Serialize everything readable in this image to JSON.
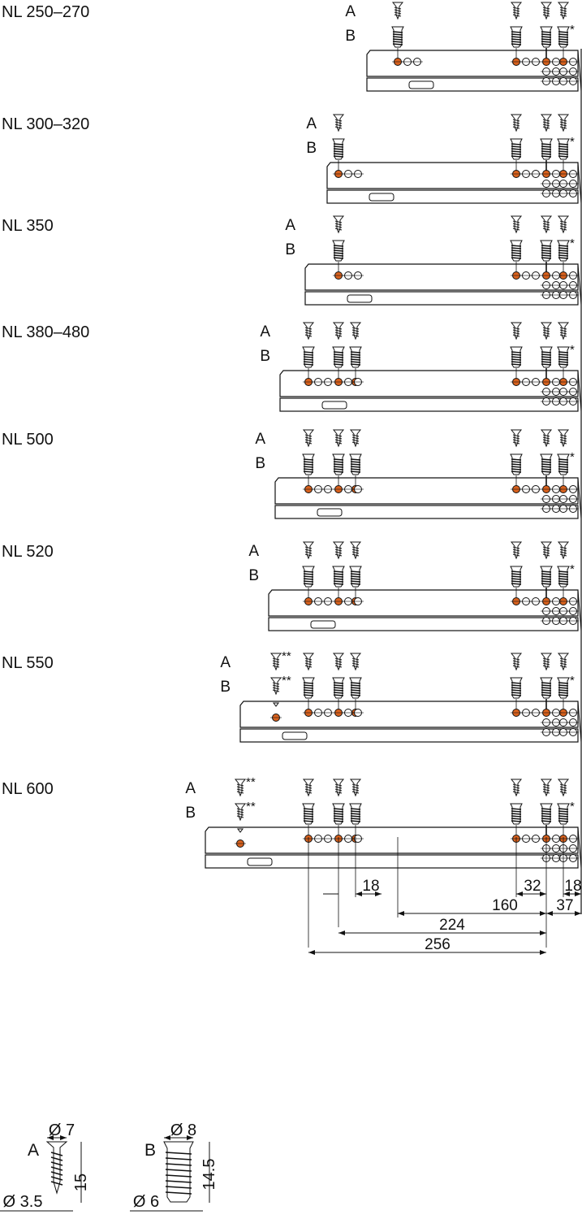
{
  "rows": [
    {
      "label": "NL 250–270",
      "a": "A",
      "b": "B"
    },
    {
      "label": "NL 300–320",
      "a": "A",
      "b": "B"
    },
    {
      "label": "NL 350",
      "a": "A",
      "b": "B"
    },
    {
      "label": "NL 380–480",
      "a": "A",
      "b": "B"
    },
    {
      "label": "NL 500",
      "a": "A",
      "b": "B"
    },
    {
      "label": "NL 520",
      "a": "A",
      "b": "B"
    },
    {
      "label": "NL 550",
      "a": "A",
      "b": "B",
      "note": "**"
    },
    {
      "label": "NL 600",
      "a": "A",
      "b": "B",
      "note": "**"
    }
  ],
  "star": "*",
  "dimensions": {
    "d18a": "18",
    "d32": "32",
    "d18b": "18",
    "d160": "160",
    "d37": "37",
    "d224": "224",
    "d256": "256"
  },
  "screws": {
    "a": {
      "label": "A",
      "head": "Ø 7",
      "shank": "Ø 3.5",
      "length": "15"
    },
    "b": {
      "label": "B",
      "head": "Ø 8",
      "shank": "Ø 6",
      "length": "14.5"
    }
  },
  "colors": {
    "hole": "#d9621e",
    "line": "#111111"
  }
}
